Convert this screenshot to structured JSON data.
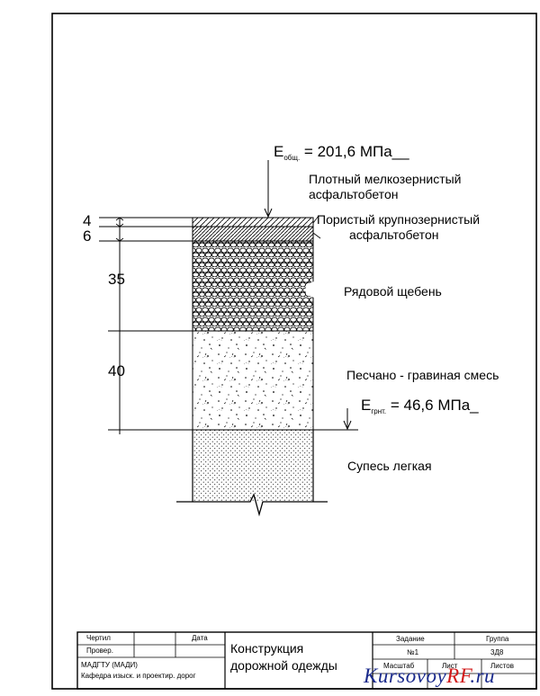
{
  "modulus_top": {
    "base": "E",
    "sub": "общ.",
    "value": "= 201,6 МПа__"
  },
  "modulus_ground": {
    "base": "E",
    "sub": "грнт.",
    "value": "= 46,6 МПа_"
  },
  "layers": [
    {
      "name_line1": "Плотный мелкозернистый",
      "name_line2": "асфальтобетон",
      "thickness": "4"
    },
    {
      "name_line1": "Пористый крупнозернистый",
      "name_line2": "асфальтобетон",
      "thickness": "6"
    },
    {
      "name": "Рядовой щебень",
      "thickness": "35"
    },
    {
      "name": "Песчано - гравиная смесь",
      "thickness": "40"
    },
    {
      "name": "Супесь легкая"
    }
  ],
  "title_block": {
    "drew": "Чертил",
    "checked": "Провер.",
    "date": "Дата",
    "org": "МАДГТУ (МАДИ)",
    "dept": "Кафедра изыск. и проектир. дорог",
    "title_line1": "Конструкция",
    "title_line2": "дорожной одежды",
    "task_label": "Задание",
    "task_value": "№1",
    "group_label": "Группа",
    "group_value": "3Д8",
    "scale_label": "Масштаб",
    "sheet_label": "Лист",
    "sheets_label": "Листов"
  },
  "watermark": {
    "main": "Kursovoy",
    "accent": "RF",
    "suffix": ".ru"
  },
  "colors": {
    "ink": "#000000",
    "watermark": "#1a2a8c",
    "watermark_accent": "#d11a1a"
  }
}
